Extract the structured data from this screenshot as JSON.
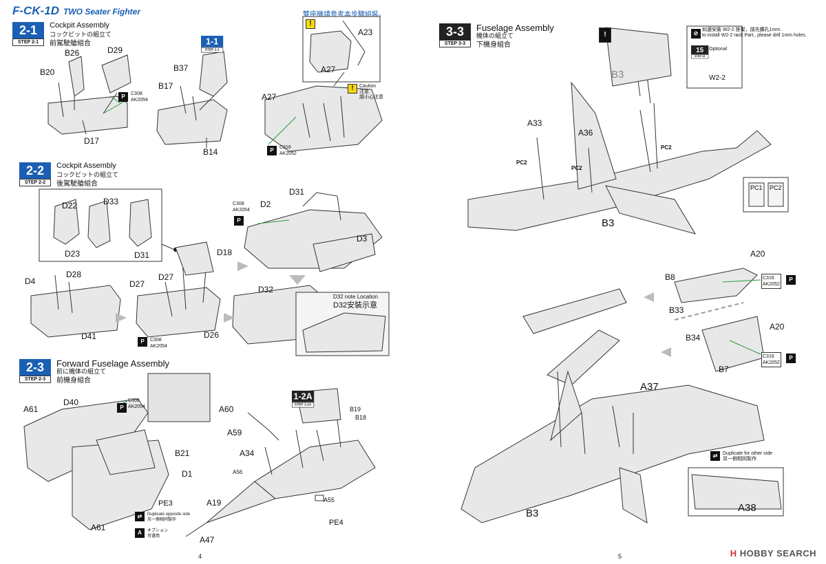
{
  "left_page": {
    "title": "F-CK-1D",
    "title_sub": "TWO Seater Fighter",
    "note_top": "雙座機請參考本步驟組裝。",
    "page_number": "4",
    "steps": [
      {
        "num": "2-1",
        "step_label": "STEP 2-1",
        "en": "Cockpit Assembly",
        "jp": "コックピットの組立て",
        "zh": "前駕駛艙組合"
      },
      {
        "num": "2-2",
        "step_label": "STEP 2-2",
        "en": "Cockpit Assembly",
        "jp": "コックピットの組立て",
        "zh": "後駕駛艙組合"
      },
      {
        "num": "2-3",
        "step_label": "STEP 2-3",
        "en": "Forward Fuselage Assembly",
        "jp": "前に機体の組立て",
        "zh": "前機身組合"
      }
    ],
    "ref_step": {
      "num": "1-1",
      "label": "STEP 1-1"
    },
    "ref_step2": {
      "num": "1-2A",
      "label": "STEP 1-2A"
    },
    "parts_2_1": [
      "B26",
      "D29",
      "B20",
      "D17",
      "B37",
      "B17",
      "B14",
      "A23",
      "A27",
      "A27"
    ],
    "parts_2_2": [
      "D22",
      "D33",
      "D23",
      "D31",
      "D31",
      "D2",
      "D3",
      "D18",
      "D28",
      "D4",
      "D27",
      "D27",
      "D41",
      "D26",
      "D32"
    ],
    "parts_2_3": [
      "A61",
      "D40",
      "B21",
      "D1",
      "A61",
      "A60",
      "A59",
      "A34",
      "A56",
      "A19",
      "A47",
      "A55",
      "B19",
      "B18"
    ],
    "paints": [
      {
        "c": "C308",
        "ak": "AK2054"
      },
      {
        "c": "C316",
        "ak": "AK2052"
      },
      {
        "c": "C308",
        "ak": "AK2054"
      },
      {
        "c": "C308",
        "ak": "AK2054"
      },
      {
        "c": "C308",
        "ak": "AK2054"
      }
    ],
    "caution_en": "Caution",
    "caution_jp": "注意",
    "caution_zh": "請小心注意",
    "d32_note": "D32 note Location",
    "d32_note_zh": "D32安裝示意",
    "pe3": "PE3",
    "pe4": "PE4",
    "duplicate_en": "Duplicate opposite side",
    "duplicate_zh": "另一側相同製作",
    "optional_jp": "オプション",
    "optional_zh": "可選用"
  },
  "right_page": {
    "step": {
      "num": "3-3",
      "step_label": "STEP 3-3",
      "en": "Fuselage Assembly",
      "jp": "機体の組立て",
      "zh": "下機身組合"
    },
    "page_number": "5",
    "drill_note_zh": "如選安裝 W2-2 掛架，請先鑽孔1mm.",
    "drill_note_en": "to install W2-2 rack Part., please drill 1mm holes.",
    "step15": "15",
    "step15_label": "STEP 15",
    "optional": "Optional",
    "w22": "W2-2",
    "parts_top": [
      "B3",
      "A33",
      "A36",
      "PC2",
      "PC2",
      "PC2",
      "B3"
    ],
    "pc_legend": [
      "PC1",
      "PC2"
    ],
    "parts_bottom": [
      "A20",
      "B8",
      "B33",
      "A20",
      "B34",
      "B7",
      "A37",
      "B3",
      "A38"
    ],
    "paints": [
      {
        "c": "C316",
        "ak": "AK2052"
      },
      {
        "c": "C316",
        "ak": "AK2052"
      }
    ],
    "duplicate_en": "Duplicate for other side",
    "duplicate_zh": "另一側相同製作"
  },
  "watermark": "HOBBY SEARCH",
  "watermark_logo": "H",
  "colors": {
    "accent": "#1a5fb4",
    "warning": "#f5d90a",
    "paint_line": "#2a9a3a"
  }
}
